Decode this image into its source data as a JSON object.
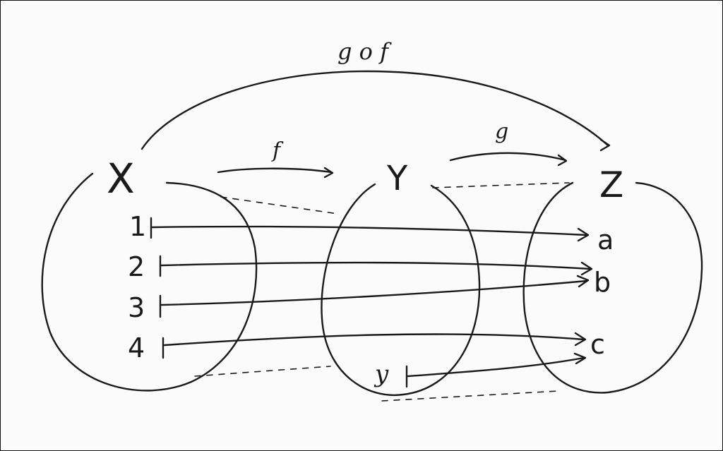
{
  "diagram": {
    "composite_label": "g o f",
    "map_f_label": "f",
    "map_g_label": "g",
    "sets": [
      {
        "name": "X",
        "elements": [
          "1",
          "2",
          "3",
          "4"
        ]
      },
      {
        "name": "Y",
        "elements": [
          "y"
        ]
      },
      {
        "name": "Z",
        "elements": [
          "a",
          "b",
          "c"
        ]
      }
    ],
    "mappings": [
      {
        "from": "1",
        "to": "a"
      },
      {
        "from": "2",
        "to": "b"
      },
      {
        "from": "3",
        "to": "b"
      },
      {
        "from": "4",
        "to": "c"
      },
      {
        "from": "y",
        "to": "c"
      }
    ]
  }
}
